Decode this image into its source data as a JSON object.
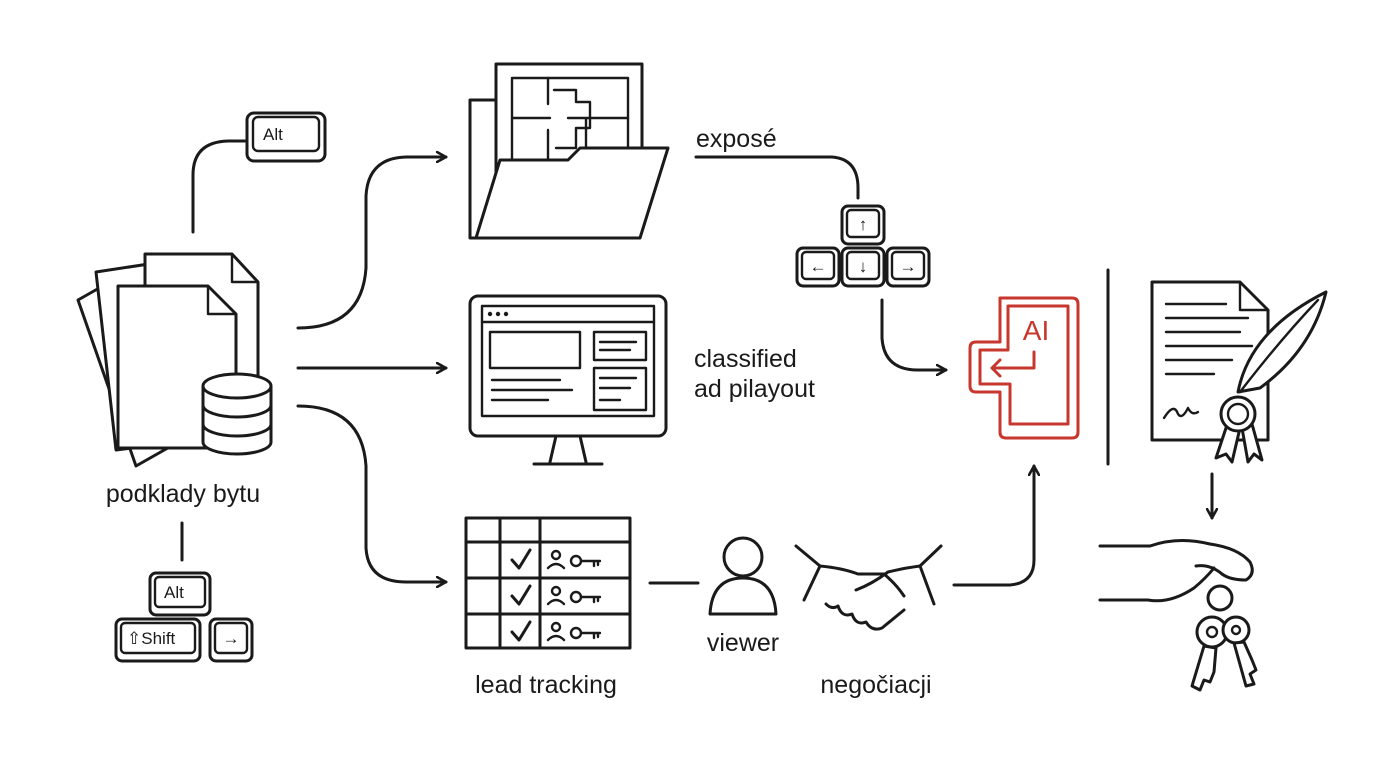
{
  "labels": {
    "source": "podklady bytu",
    "expose": "exposé",
    "classified_line1": "classified",
    "classified_line2": "ad pilayout",
    "lead_tracking": "lead tracking",
    "viewer": "viewer",
    "negotiation": "negočiacji"
  },
  "keys": {
    "alt_top": "Alt",
    "alt_bottom": "Alt",
    "shift": "⇧Shift",
    "arrow_right": "→",
    "arrow_up": "↑",
    "arrow_left": "←",
    "arrow_down": "↓",
    "arrow_right_2": "→",
    "ai": "AI"
  },
  "colors": {
    "ink": "#1a1a1a",
    "accent": "#c8372d",
    "background": "#ffffff"
  },
  "icons": [
    "documents-icon",
    "database-icon",
    "folder-icon",
    "monitor-icon",
    "table-icon",
    "person-icon",
    "handshake-icon",
    "contract-icon",
    "quill-icon",
    "seal-icon",
    "hand-keys-icon"
  ]
}
